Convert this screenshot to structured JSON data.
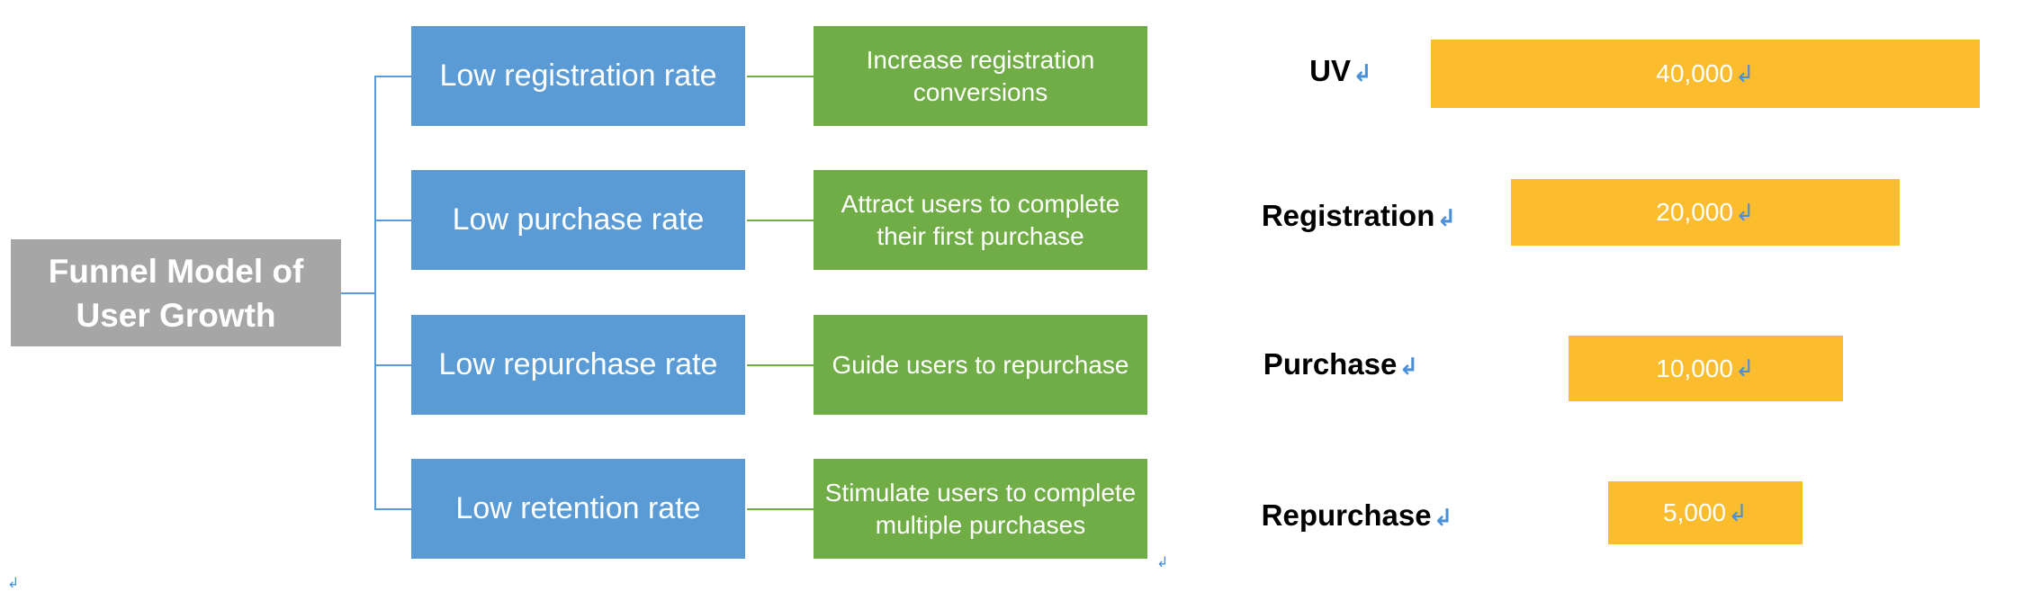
{
  "root": {
    "label": "Funnel Model of User Growth"
  },
  "branches": [
    {
      "problem": "Low registration rate",
      "solution": "Increase registration conversions"
    },
    {
      "problem": "Low purchase rate",
      "solution": "Attract users to complete their first purchase"
    },
    {
      "problem": "Low repurchase rate",
      "solution": "Guide users to repurchase"
    },
    {
      "problem": "Low retention rate",
      "solution": "Stimulate users to complete multiple purchases"
    }
  ],
  "funnel": [
    {
      "stage": "UV",
      "value_label": "40,000",
      "value": 40000
    },
    {
      "stage": "Registration",
      "value_label": "20,000",
      "value": 20000
    },
    {
      "stage": "Purchase",
      "value_label": "10,000",
      "value": 10000
    },
    {
      "stage": "Repurchase",
      "value_label": "5,000",
      "value": 5000
    }
  ],
  "marks": {
    "return_symbol": "↲"
  },
  "colors": {
    "root": "#a6a6a6",
    "problem": "#5b9bd5",
    "solution": "#70ad47",
    "bar": "#fbbd2e",
    "connector": "#5b9bd5"
  }
}
